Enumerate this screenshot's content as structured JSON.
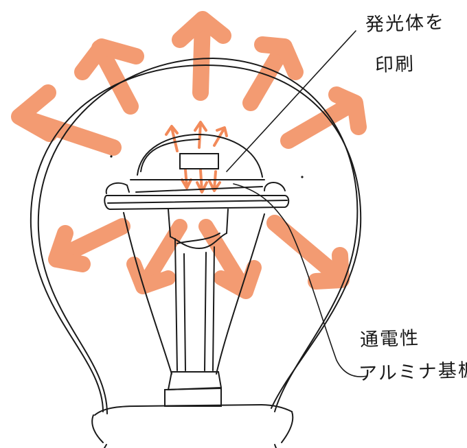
{
  "labels": {
    "phosphor_line1": "発光体を",
    "phosphor_line2": "印刷",
    "substrate_line1": "通電性",
    "substrate_line2": "アルミナ基板"
  },
  "colors": {
    "arrow": "#f28a5a",
    "ink": "#1a1a1a",
    "background": "#ffffff"
  }
}
